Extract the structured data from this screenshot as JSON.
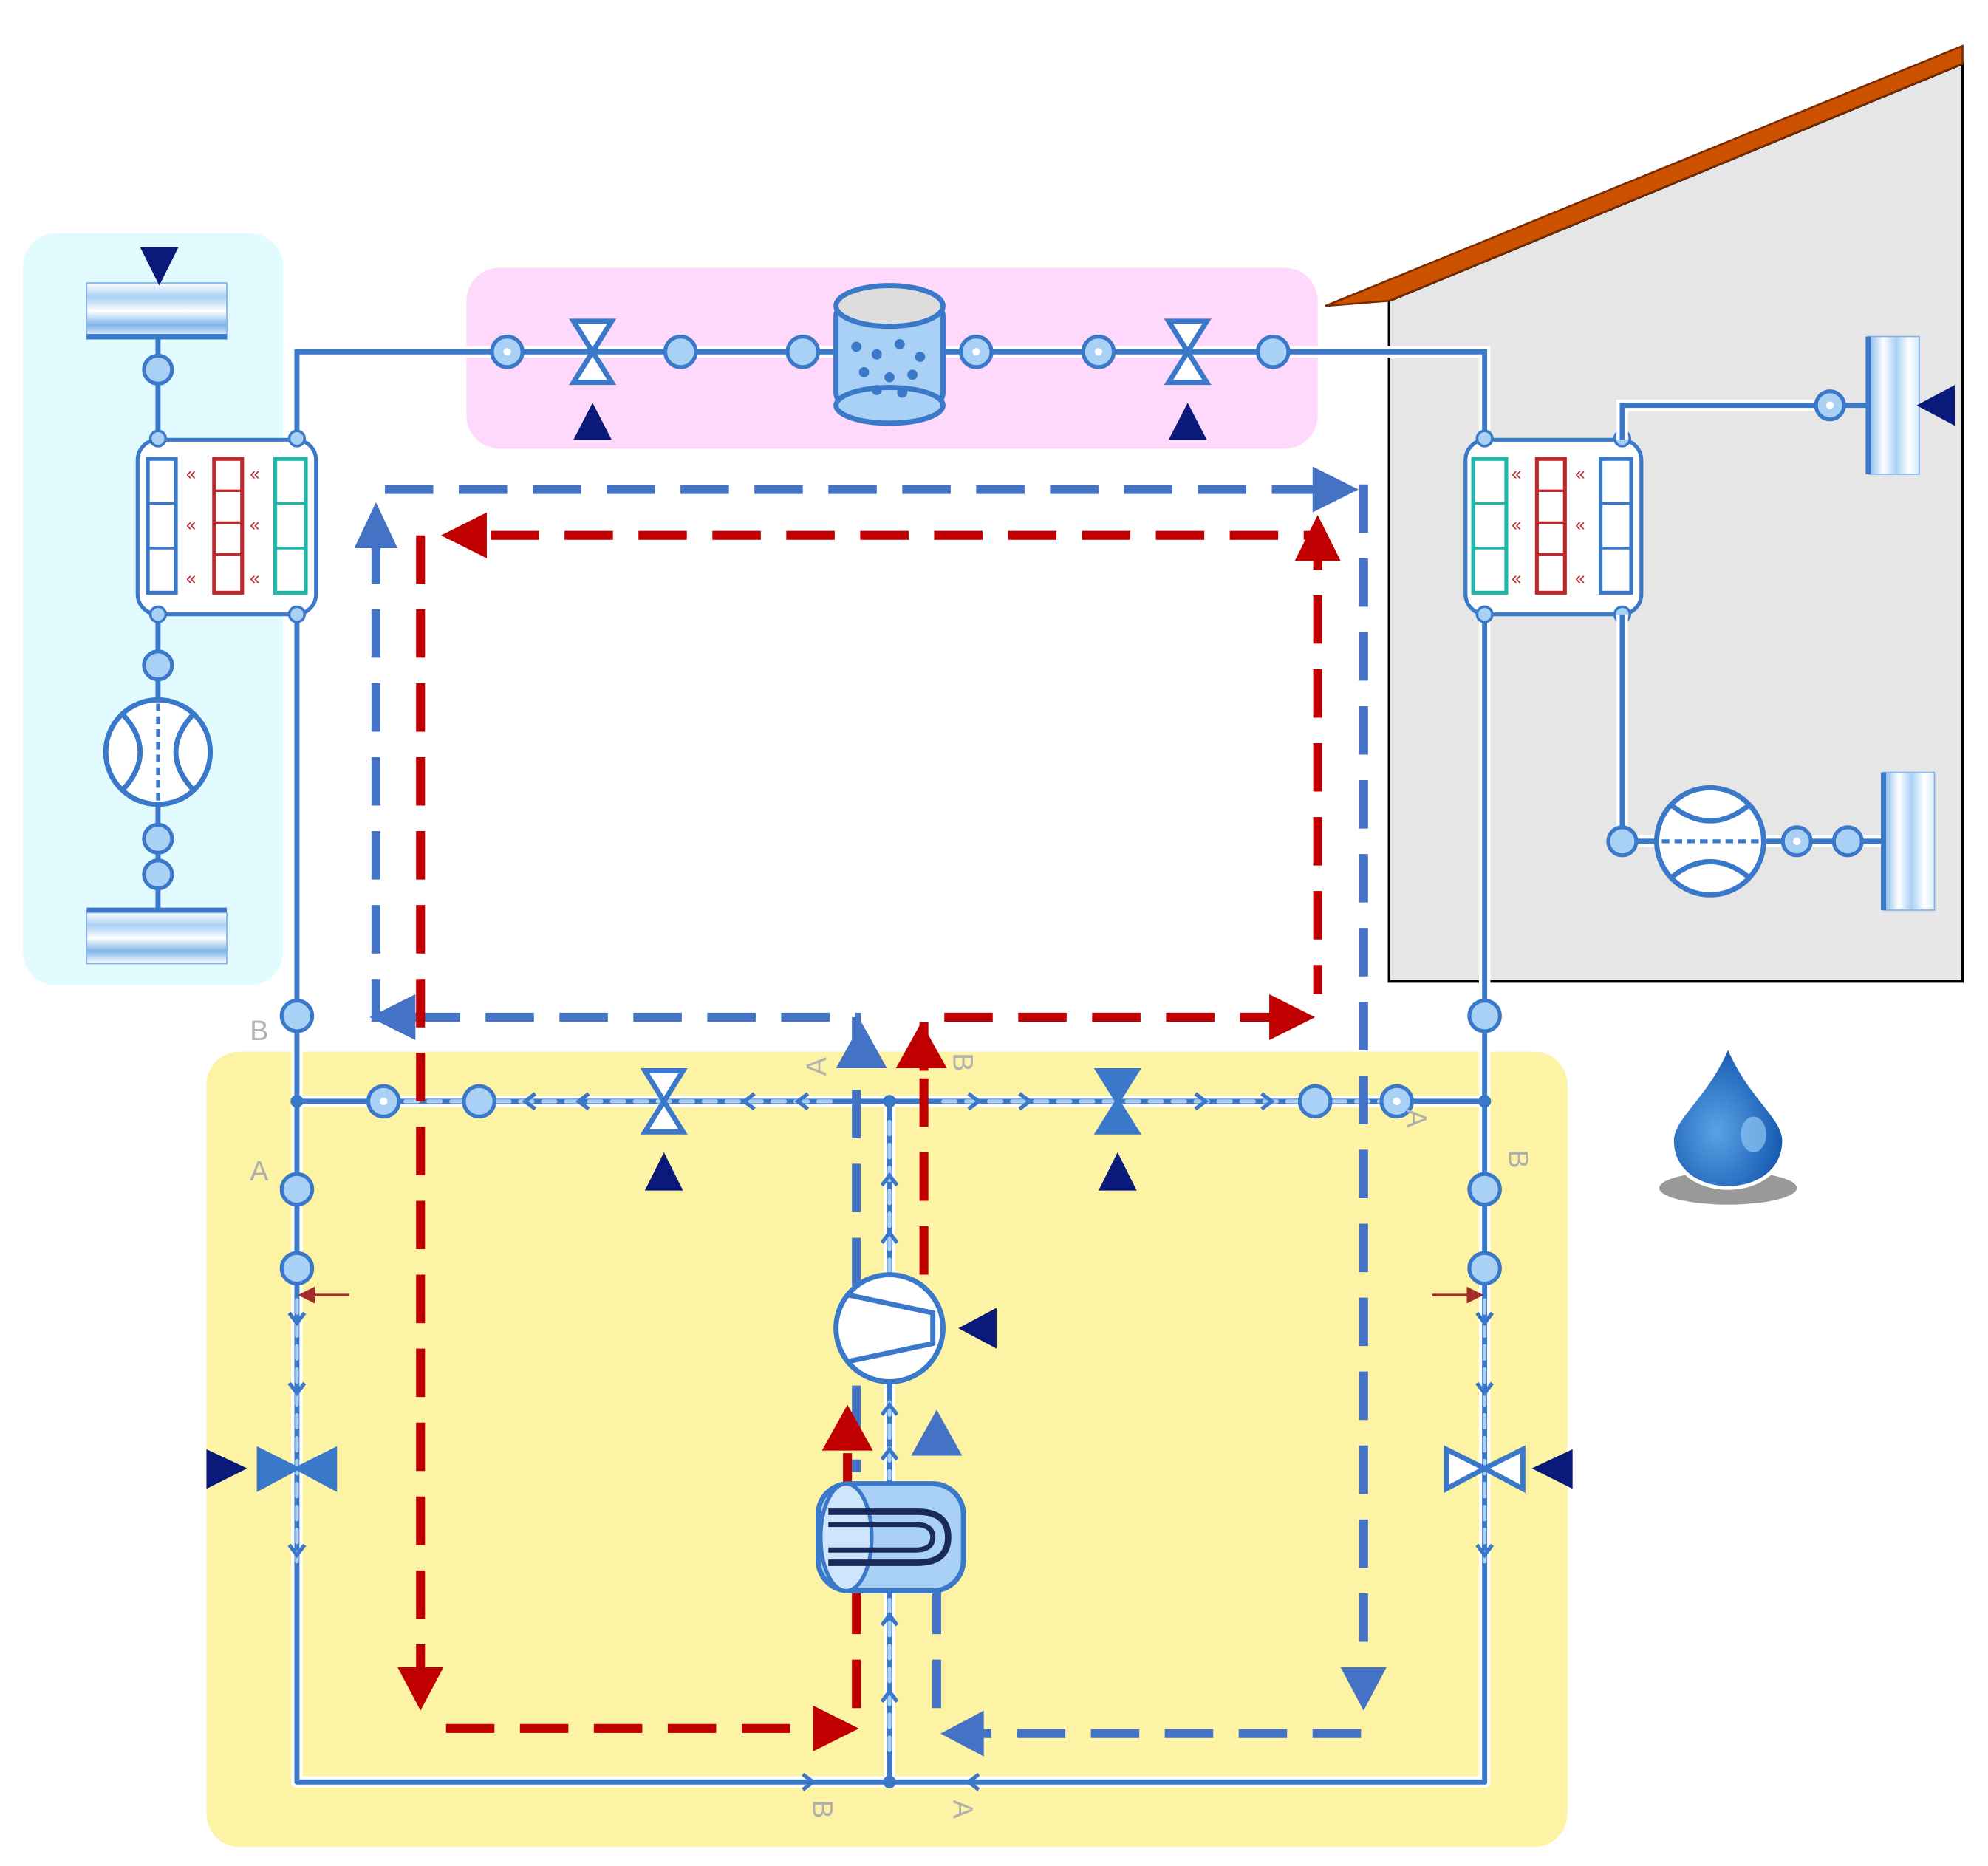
{
  "port_labels": {
    "outdoor_hx_bottom": "B",
    "outdoor_hx_lower": "A",
    "indoor_hx_top": "A",
    "indoor_hx_bottom": "B",
    "compressor_left": "A",
    "compressor_right": "B",
    "bottom_left": "B",
    "bottom_right": "A"
  },
  "colors": {
    "pipe": "#3a78c9",
    "pipe_light": "#a9d0f5",
    "flow_cold": "#4472c4",
    "flow_hot": "#c00000",
    "control_arrow": "#0a1a7a",
    "outdoor_zone": "#e2fbff",
    "filter_zone": "#ffd9fb",
    "machine_zone": "#fdf3a5",
    "house_wall": "#e6e6e6",
    "roof": "#cc5200",
    "water_drop": "#1f6fc6"
  },
  "icons": [
    "heat-exchanger-icon",
    "fan-icon",
    "pump-icon",
    "compressor-icon",
    "receiver-tank-icon",
    "filter-drier-icon",
    "expansion-valve-icon",
    "four-way-valve-icon",
    "water-drop-icon",
    "house-icon"
  ]
}
